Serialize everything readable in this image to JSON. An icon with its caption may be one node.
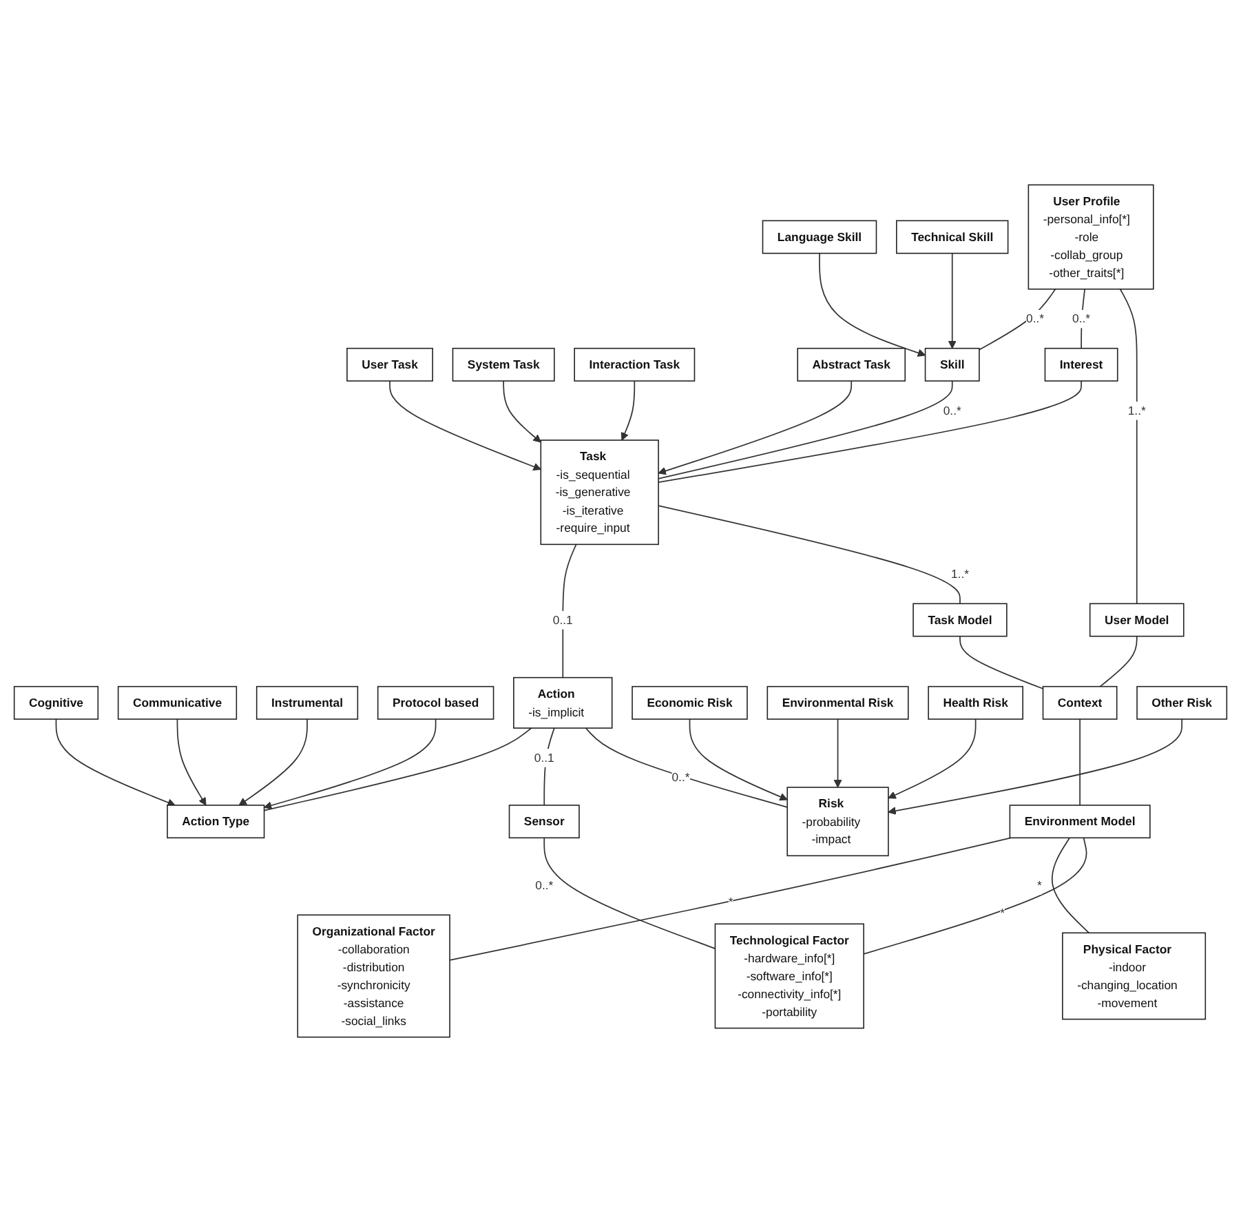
{
  "diagram": {
    "nodes": [
      {
        "text": [
          "Language Skill"
        ]
      },
      {
        "text": [
          "Technical Skill"
        ]
      },
      {
        "text": [
          "User Task"
        ]
      },
      {
        "text": [
          "System Task"
        ]
      },
      {
        "text": [
          "Interaction Task"
        ]
      },
      {
        "text": [
          "Abstract Task"
        ]
      },
      {
        "text": [
          "Cognitive"
        ]
      },
      {
        "text": [
          "Communicative"
        ]
      },
      {
        "text": [
          "Instrumental"
        ]
      },
      {
        "text": [
          "Protocol based"
        ]
      },
      {
        "text": [
          "Skill"
        ]
      },
      {
        "text": [
          "Task",
          "-is_sequential",
          "-is_generative",
          "-is_iterative",
          "-require_input"
        ]
      },
      {
        "text": [
          "Action",
          "-is_implicit"
        ]
      },
      {
        "text": [
          "Action Type"
        ]
      },
      {
        "text": [
          "User Profile",
          "-personal_info[*]",
          "-role",
          "-collab_group",
          "-other_traits[*]"
        ]
      },
      {
        "text": [
          "Interest"
        ]
      },
      {
        "text": [
          "Economic Risk"
        ]
      },
      {
        "text": [
          "Risk",
          "-probability",
          "-impact"
        ]
      },
      {
        "text": [
          "Environmental Risk"
        ]
      },
      {
        "text": [
          "User Model"
        ]
      },
      {
        "text": [
          "Task Model"
        ]
      },
      {
        "text": [
          "Sensor"
        ]
      },
      {
        "text": [
          "Health Risk"
        ]
      },
      {
        "text": [
          "Context"
        ]
      },
      {
        "text": [
          "Other Risk"
        ]
      },
      {
        "text": [
          "Environment Model"
        ]
      },
      {
        "text": [
          "Organizational Factor",
          "-collaboration",
          "-distribution",
          "-synchronicity",
          "-assistance",
          "-social_links"
        ]
      },
      {
        "text": [
          "Physical Factor",
          "-indoor",
          "-changing_location",
          "-movement"
        ]
      },
      {
        "text": [
          "Technological Factor",
          "-hardware_info[*]",
          "-software_info[*]",
          "-connectivity_info[*]",
          "-portability"
        ]
      }
    ],
    "edges": [
      {
        "from": 0,
        "to": 10,
        "arrow": "to"
      },
      {
        "from": 1,
        "to": 10,
        "arrow": "to"
      },
      {
        "from": 2,
        "to": 11,
        "arrow": "to"
      },
      {
        "from": 3,
        "to": 11,
        "arrow": "to"
      },
      {
        "from": 4,
        "to": 11,
        "arrow": "to"
      },
      {
        "from": 5,
        "to": 11,
        "arrow": "to"
      },
      {
        "from": 6,
        "to": 13,
        "arrow": "to"
      },
      {
        "from": 7,
        "to": 13,
        "arrow": "to"
      },
      {
        "from": 8,
        "to": 13,
        "arrow": "to"
      },
      {
        "from": 9,
        "to": 13,
        "arrow": "to"
      },
      {
        "from": 10,
        "to": 11,
        "arrow": "none",
        "label": "0..*"
      },
      {
        "from": 14,
        "to": 10,
        "arrow": "none",
        "label": "0..*"
      },
      {
        "from": 14,
        "to": 15,
        "arrow": "none",
        "label": "0..*"
      },
      {
        "from": 15,
        "to": 11,
        "arrow": "none"
      },
      {
        "from": 11,
        "to": 12,
        "arrow": "none",
        "label": "0..1"
      },
      {
        "from": 12,
        "to": 13,
        "arrow": "none"
      },
      {
        "from": 14,
        "to": 19,
        "arrow": "none",
        "label": "1..*"
      },
      {
        "from": 11,
        "to": 20,
        "arrow": "none",
        "label": "1..*"
      },
      {
        "from": 12,
        "to": 21,
        "arrow": "none",
        "label": "0..1"
      },
      {
        "from": 12,
        "to": 17,
        "arrow": "none",
        "label": "0..*"
      },
      {
        "from": 16,
        "to": 17,
        "arrow": "to"
      },
      {
        "from": 18,
        "to": 17,
        "arrow": "to"
      },
      {
        "from": 22,
        "to": 17,
        "arrow": "to"
      },
      {
        "from": 24,
        "to": 17,
        "arrow": "to"
      },
      {
        "from": 19,
        "to": 23,
        "arrow": "none"
      },
      {
        "from": 20,
        "to": 23,
        "arrow": "none"
      },
      {
        "from": 23,
        "to": 25,
        "arrow": "none"
      },
      {
        "from": 25,
        "to": 26,
        "arrow": "none",
        "label": "*"
      },
      {
        "from": 25,
        "to": 27,
        "arrow": "none",
        "label": "*"
      },
      {
        "from": 25,
        "to": 28,
        "arrow": "none",
        "label": "*"
      },
      {
        "from": 21,
        "to": 28,
        "arrow": "none",
        "label": "0..*"
      }
    ]
  }
}
